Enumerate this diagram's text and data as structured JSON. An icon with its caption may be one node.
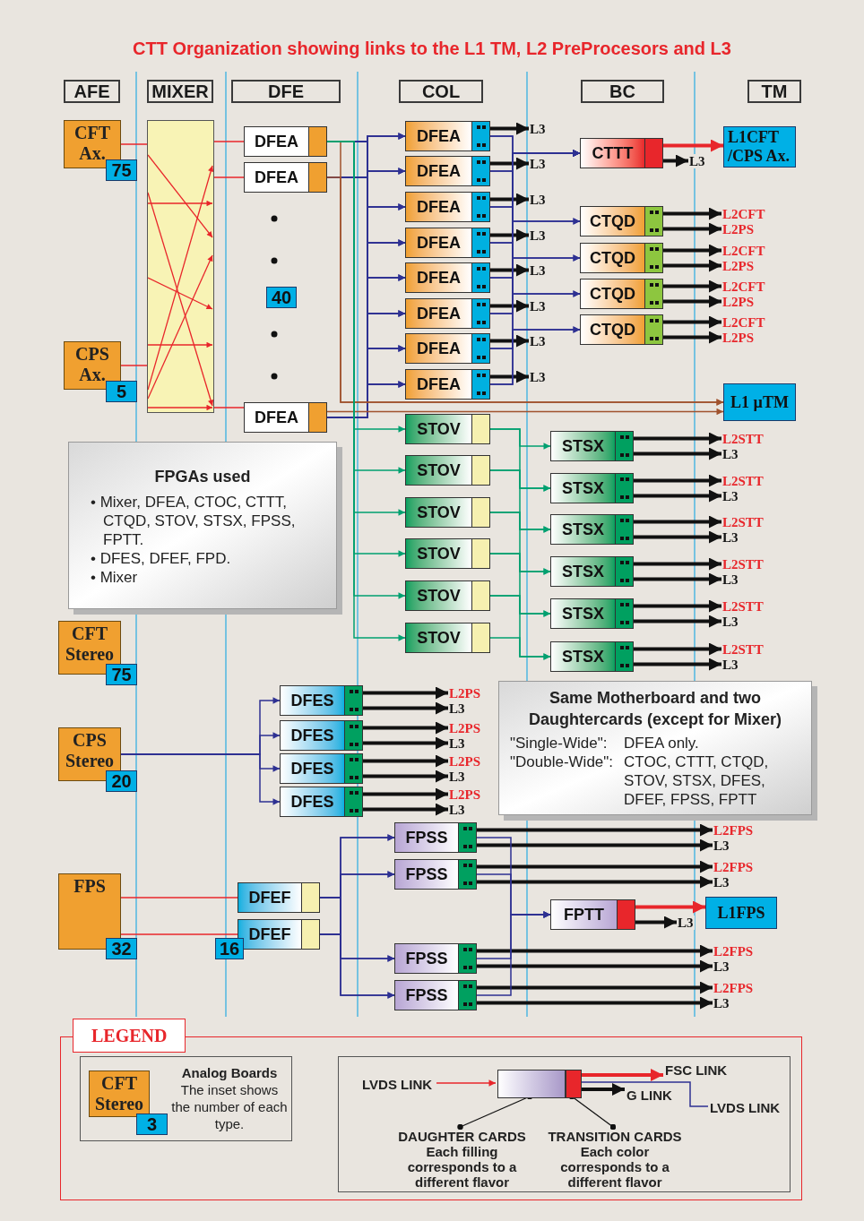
{
  "diagram": {
    "title": "CTT Organization showing links to the L1 TM, L2 PreProcesors and L3",
    "nodes": [
      {
        "text": [
          "AFE"
        ]
      },
      {
        "text": [
          "MIXER"
        ]
      },
      {
        "text": [
          "DFE"
        ]
      },
      {
        "text": [
          "COL"
        ]
      },
      {
        "text": [
          "BC"
        ]
      },
      {
        "text": [
          "TM"
        ]
      },
      {
        "text": [
          "CFT Ax."
        ]
      },
      {
        "text": [],
        "shape": "box"
      },
      {
        "text": [
          "DFEA"
        ]
      },
      {
        "text": [
          "DFEA"
        ]
      },
      {
        "text": [
          "40"
        ]
      },
      {
        "text": [
          "CPS Ax."
        ]
      },
      {
        "text": [
          "DFEA"
        ]
      },
      {
        "text": [
          "DFEA"
        ]
      },
      {
        "text": [
          "DFEA"
        ]
      },
      {
        "text": [
          "DFEA"
        ]
      },
      {
        "text": [
          "DFEA"
        ]
      },
      {
        "text": [
          "DFEA"
        ]
      },
      {
        "text": [
          "DFEA"
        ]
      },
      {
        "text": [
          "DFEA"
        ]
      },
      {
        "text": [
          "DFEA"
        ]
      },
      {
        "text": [
          "CTTT"
        ]
      },
      {
        "text": [
          "CTQD"
        ]
      },
      {
        "text": [
          "CTQD"
        ]
      },
      {
        "text": [
          "CTQD"
        ]
      },
      {
        "text": [
          "CTQD"
        ]
      },
      {
        "text": [
          "L1CFT /CPS Ax."
        ]
      },
      {
        "text": [
          "L1 µTM"
        ]
      },
      {
        "text": [
          "STOV"
        ]
      },
      {
        "text": [
          "STOV"
        ]
      },
      {
        "text": [
          "STOV"
        ]
      },
      {
        "text": [
          "STOV"
        ]
      },
      {
        "text": [
          "STOV"
        ]
      },
      {
        "text": [
          "STOV"
        ]
      },
      {
        "text": [
          "STSX"
        ]
      },
      {
        "text": [
          "STSX"
        ]
      },
      {
        "text": [
          "STSX"
        ]
      },
      {
        "text": [
          "STSX"
        ]
      },
      {
        "text": [
          "STSX"
        ]
      },
      {
        "text": [
          "STSX"
        ]
      },
      {
        "text": [
          "FPGAs used",
          "• Mixer, DFEA, CTOC, CTTT, CTQD, STOV, STSX, FPSS, FPTT.",
          "• DFES, DFEF, FPD.",
          "• Mixer"
        ]
      },
      {
        "text": [
          "CFT Stereo"
        ]
      },
      {
        "text": [
          "CPS Stereo"
        ]
      },
      {
        "text": [
          "DFES"
        ]
      },
      {
        "text": [
          "DFES"
        ]
      },
      {
        "text": [
          "DFES"
        ]
      },
      {
        "text": [
          "DFES"
        ]
      },
      {
        "text": [
          "Same Motherboard and two Daughtercards (except for Mixer)",
          "\"Single-Wide\":",
          "DFEA only.",
          "\"Double-Wide\":",
          "CTOC, CTTT, CTQD, STOV, STSX, DFES, DFEF, FPSS, FPTT"
        ]
      },
      {
        "text": [
          "FPSS"
        ]
      },
      {
        "text": [
          "FPSS"
        ]
      },
      {
        "text": [
          "FPSS"
        ]
      },
      {
        "text": [
          "FPSS"
        ]
      },
      {
        "text": [
          "FPS"
        ]
      },
      {
        "text": [
          "DFEF"
        ]
      },
      {
        "text": [
          "DFEF"
        ]
      },
      {
        "text": [
          "FPTT"
        ]
      },
      {
        "text": [
          "L1FPS"
        ]
      },
      {
        "text": [
          "LEGEND"
        ]
      },
      {
        "text": [
          "Analog Boards",
          "The inset shows the number of each type."
        ],
        "in": 57
      },
      {
        "text": [
          "CFT Stereo"
        ],
        "in": 58
      },
      {
        "text": [],
        "shape": "box",
        "in": 57
      },
      {
        "text": [],
        "shape": "box",
        "in": 60
      },
      {
        "text": [],
        "shape": "box",
        "in": 60
      },
      {
        "text": [
          "LVDS LINK"
        ],
        "in": 60
      },
      {
        "text": [
          "FSC LINK"
        ],
        "in": 60
      },
      {
        "text": [
          "G LINK"
        ],
        "in": 60
      },
      {
        "text": [
          "LVDS LINK"
        ],
        "in": 60
      },
      {
        "text": [
          "DAUGHTER CARDS",
          "Each filling corresponds to a different flavor"
        ],
        "in": 60
      },
      {
        "text": [
          "TRANSITION CARDS",
          "Each color corresponds to a different flavor"
        ],
        "in": 60
      },
      {
        "text": [
          "75"
        ]
      },
      {
        "text": [
          "5"
        ]
      },
      {
        "text": [
          "75"
        ]
      },
      {
        "text": [
          "20"
        ]
      },
      {
        "text": [
          "32"
        ]
      },
      {
        "text": [
          "16"
        ]
      },
      {
        "text": [
          "3"
        ],
        "in": 58
      },
      {
        "text": [
          "L3"
        ]
      },
      {
        "text": [
          "L3"
        ]
      },
      {
        "text": [
          "L3"
        ]
      },
      {
        "text": [
          "L3"
        ]
      },
      {
        "text": [
          "L3"
        ]
      },
      {
        "text": [
          "L3"
        ]
      },
      {
        "text": [
          "L3"
        ]
      },
      {
        "text": [
          "L3"
        ]
      },
      {
        "text": [
          "L3"
        ]
      },
      {
        "text": [
          "L2CFT"
        ]
      },
      {
        "text": [
          "L2PS"
        ]
      },
      {
        "text": [
          "L2CFT"
        ]
      },
      {
        "text": [
          "L2PS"
        ]
      },
      {
        "text": [
          "L2CFT"
        ]
      },
      {
        "text": [
          "L2PS"
        ]
      },
      {
        "text": [
          "L2CFT"
        ]
      },
      {
        "text": [
          "L2PS"
        ]
      },
      {
        "text": [
          "L2STT"
        ]
      },
      {
        "text": [
          "L3"
        ]
      },
      {
        "text": [
          "L2STT"
        ]
      },
      {
        "text": [
          "L3"
        ]
      },
      {
        "text": [
          "L2STT"
        ]
      },
      {
        "text": [
          "L3"
        ]
      },
      {
        "text": [
          "L2STT"
        ]
      },
      {
        "text": [
          "L3"
        ]
      },
      {
        "text": [
          "L2STT"
        ]
      },
      {
        "text": [
          "L3"
        ]
      },
      {
        "text": [
          "L2STT"
        ]
      },
      {
        "text": [
          "L3"
        ]
      },
      {
        "text": [
          "L2PS"
        ]
      },
      {
        "text": [
          "L3"
        ]
      },
      {
        "text": [
          "L2PS"
        ]
      },
      {
        "text": [
          "L3"
        ]
      },
      {
        "text": [
          "L2PS"
        ]
      },
      {
        "text": [
          "L3"
        ]
      },
      {
        "text": [
          "L2PS"
        ]
      },
      {
        "text": [
          "L3"
        ]
      },
      {
        "text": [
          "L2FPS"
        ]
      },
      {
        "text": [
          "L3"
        ]
      },
      {
        "text": [
          "L2FPS"
        ]
      },
      {
        "text": [
          "L3"
        ]
      },
      {
        "text": [
          "L2FPS"
        ]
      },
      {
        "text": [
          "L3"
        ]
      },
      {
        "text": [
          "L2FPS"
        ]
      },
      {
        "text": [
          "L3"
        ]
      },
      {
        "text": [
          "L3"
        ]
      }
    ],
    "edges": [
      {
        "from": 6,
        "to": 7,
        "arrow": "none",
        "color": "#e8262b"
      },
      {
        "from": 11,
        "to": 7,
        "arrow": "none",
        "color": "#e8262b"
      },
      {
        "from": 7,
        "to": 8,
        "arrow": "none",
        "color": "#e8262b"
      },
      {
        "from": 7,
        "to": 9,
        "arrow": "none",
        "color": "#e8262b"
      },
      {
        "from": 7,
        "to": 12,
        "arrow": "none",
        "color": "#e8262b"
      },
      {
        "from": 8,
        "to": 13,
        "arrow": "to",
        "color": "#2e3192"
      },
      {
        "from": 8,
        "to": 14,
        "arrow": "to",
        "color": "#2e3192"
      },
      {
        "from": 8,
        "to": 15,
        "arrow": "to",
        "color": "#2e3192"
      },
      {
        "from": 8,
        "to": 16,
        "arrow": "to",
        "color": "#2e3192"
      },
      {
        "from": 8,
        "to": 17,
        "arrow": "to",
        "color": "#2e3192"
      },
      {
        "from": 8,
        "to": 18,
        "arrow": "to",
        "color": "#2e3192"
      },
      {
        "from": 8,
        "to": 19,
        "arrow": "to",
        "color": "#2e3192"
      },
      {
        "from": 8,
        "to": 20,
        "arrow": "to",
        "color": "#2e3192"
      },
      {
        "from": 9,
        "to": 13,
        "arrow": "to",
        "color": "#2e3192"
      },
      {
        "from": 9,
        "to": 14,
        "arrow": "to",
        "color": "#2e3192"
      },
      {
        "from": 9,
        "to": 15,
        "arrow": "to",
        "color": "#2e3192"
      },
      {
        "from": 9,
        "to": 16,
        "arrow": "to",
        "color": "#2e3192"
      },
      {
        "from": 9,
        "to": 17,
        "arrow": "to",
        "color": "#2e3192"
      },
      {
        "from": 9,
        "to": 18,
        "arrow": "to",
        "color": "#2e3192"
      },
      {
        "from": 9,
        "to": 19,
        "arrow": "to",
        "color": "#2e3192"
      },
      {
        "from": 9,
        "to": 20,
        "arrow": "to",
        "color": "#2e3192"
      },
      {
        "from": 12,
        "to": 13,
        "arrow": "to",
        "color": "#2e3192"
      },
      {
        "from": 12,
        "to": 14,
        "arrow": "to",
        "color": "#2e3192"
      },
      {
        "from": 12,
        "to": 15,
        "arrow": "to",
        "color": "#2e3192"
      },
      {
        "from": 12,
        "to": 16,
        "arrow": "to",
        "color": "#2e3192"
      },
      {
        "from": 12,
        "to": 17,
        "arrow": "to",
        "color": "#2e3192"
      },
      {
        "from": 12,
        "to": 18,
        "arrow": "to",
        "color": "#2e3192"
      },
      {
        "from": 12,
        "to": 19,
        "arrow": "to",
        "color": "#2e3192"
      },
      {
        "from": 12,
        "to": 20,
        "arrow": "to",
        "color": "#2e3192"
      },
      {
        "from": 8,
        "to": 27,
        "arrow": "to",
        "color": "#a0522d"
      },
      {
        "from": 9,
        "to": 27,
        "arrow": "to",
        "color": "#a0522d"
      },
      {
        "from": 12,
        "to": 27,
        "arrow": "to",
        "color": "#a0522d"
      },
      {
        "from": 8,
        "to": 28,
        "arrow": "to",
        "color": "#00a070"
      },
      {
        "from": 8,
        "to": 29,
        "arrow": "to",
        "color": "#00a070"
      },
      {
        "from": 8,
        "to": 30,
        "arrow": "to",
        "color": "#00a070"
      },
      {
        "from": 8,
        "to": 31,
        "arrow": "to",
        "color": "#00a070"
      },
      {
        "from": 8,
        "to": 32,
        "arrow": "to",
        "color": "#00a070"
      },
      {
        "from": 8,
        "to": 33,
        "arrow": "to",
        "color": "#00a070"
      },
      {
        "from": 13,
        "to": 76,
        "arrow": "to",
        "style": "thick",
        "color": "#111111"
      },
      {
        "from": 14,
        "to": 77,
        "arrow": "to",
        "style": "thick",
        "color": "#111111"
      },
      {
        "from": 15,
        "to": 78,
        "arrow": "to",
        "style": "thick",
        "color": "#111111"
      },
      {
        "from": 16,
        "to": 79,
        "arrow": "to",
        "style": "thick",
        "color": "#111111"
      },
      {
        "from": 17,
        "to": 80,
        "arrow": "to",
        "style": "thick",
        "color": "#111111"
      },
      {
        "from": 18,
        "to": 81,
        "arrow": "to",
        "style": "thick",
        "color": "#111111"
      },
      {
        "from": 19,
        "to": 82,
        "arrow": "to",
        "style": "thick",
        "color": "#111111"
      },
      {
        "from": 20,
        "to": 83,
        "arrow": "to",
        "style": "thick",
        "color": "#111111"
      },
      {
        "from": 13,
        "to": 21,
        "arrow": "to",
        "color": "#2e3192"
      },
      {
        "from": 14,
        "to": 21,
        "arrow": "to",
        "color": "#2e3192"
      },
      {
        "from": 15,
        "to": 21,
        "arrow": "to",
        "color": "#2e3192"
      },
      {
        "from": 16,
        "to": 21,
        "arrow": "to",
        "color": "#2e3192"
      },
      {
        "from": 17,
        "to": 21,
        "arrow": "to",
        "color": "#2e3192"
      },
      {
        "from": 18,
        "to": 21,
        "arrow": "to",
        "color": "#2e3192"
      },
      {
        "from": 19,
        "to": 21,
        "arrow": "to",
        "color": "#2e3192"
      },
      {
        "from": 20,
        "to": 21,
        "arrow": "to",
        "color": "#2e3192"
      },
      {
        "from": 13,
        "to": 22,
        "arrow": "to",
        "color": "#2e3192"
      },
      {
        "from": 14,
        "to": 22,
        "arrow": "to",
        "color": "#2e3192"
      },
      {
        "from": 15,
        "to": 23,
        "arrow": "to",
        "color": "#2e3192"
      },
      {
        "from": 16,
        "to": 23,
        "arrow": "to",
        "color": "#2e3192"
      },
      {
        "from": 17,
        "to": 24,
        "arrow": "to",
        "color": "#2e3192"
      },
      {
        "from": 18,
        "to": 24,
        "arrow": "to",
        "color": "#2e3192"
      },
      {
        "from": 19,
        "to": 25,
        "arrow": "to",
        "color": "#2e3192"
      },
      {
        "from": 20,
        "to": 25,
        "arrow": "to",
        "color": "#2e3192"
      },
      {
        "from": 21,
        "to": 26,
        "arrow": "to",
        "style": "thick",
        "color": "#e8262b"
      },
      {
        "from": 21,
        "to": 84,
        "arrow": "to",
        "style": "thick",
        "color": "#111111"
      },
      {
        "from": 22,
        "to": 85,
        "arrow": "to",
        "style": "thick",
        "color": "#111111"
      },
      {
        "from": 22,
        "to": 86,
        "arrow": "to",
        "style": "thick",
        "color": "#111111"
      },
      {
        "from": 23,
        "to": 87,
        "arrow": "to",
        "style": "thick",
        "color": "#111111"
      },
      {
        "from": 23,
        "to": 88,
        "arrow": "to",
        "style": "thick",
        "color": "#111111"
      },
      {
        "from": 24,
        "to": 89,
        "arrow": "to",
        "style": "thick",
        "color": "#111111"
      },
      {
        "from": 24,
        "to": 90,
        "arrow": "to",
        "style": "thick",
        "color": "#111111"
      },
      {
        "from": 25,
        "to": 91,
        "arrow": "to",
        "style": "thick",
        "color": "#111111"
      },
      {
        "from": 25,
        "to": 92,
        "arrow": "to",
        "style": "thick",
        "color": "#111111"
      },
      {
        "from": 28,
        "to": 34,
        "arrow": "to",
        "color": "#00a070"
      },
      {
        "from": 28,
        "to": 35,
        "arrow": "to",
        "color": "#00a070"
      },
      {
        "from": 29,
        "to": 35,
        "arrow": "to",
        "color": "#00a070"
      },
      {
        "from": 29,
        "to": 36,
        "arrow": "to",
        "color": "#00a070"
      },
      {
        "from": 30,
        "to": 36,
        "arrow": "to",
        "color": "#00a070"
      },
      {
        "from": 30,
        "to": 37,
        "arrow": "to",
        "color": "#00a070"
      },
      {
        "from": 31,
        "to": 37,
        "arrow": "to",
        "color": "#00a070"
      },
      {
        "from": 31,
        "to": 38,
        "arrow": "to",
        "color": "#00a070"
      },
      {
        "from": 32,
        "to": 38,
        "arrow": "to",
        "color": "#00a070"
      },
      {
        "from": 32,
        "to": 39,
        "arrow": "to",
        "color": "#00a070"
      },
      {
        "from": 33,
        "to": 39,
        "arrow": "to",
        "color": "#00a070"
      },
      {
        "from": 34,
        "to": 93,
        "arrow": "to",
        "style": "thick",
        "color": "#111111"
      },
      {
        "from": 34,
        "to": 94,
        "arrow": "to",
        "style": "thick",
        "color": "#111111"
      },
      {
        "from": 35,
        "to": 95,
        "arrow": "to",
        "style": "thick",
        "color": "#111111"
      },
      {
        "from": 35,
        "to": 96,
        "arrow": "to",
        "style": "thick",
        "color": "#111111"
      },
      {
        "from": 36,
        "to": 97,
        "arrow": "to",
        "style": "thick",
        "color": "#111111"
      },
      {
        "from": 36,
        "to": 98,
        "arrow": "to",
        "style": "thick",
        "color": "#111111"
      },
      {
        "from": 37,
        "to": 99,
        "arrow": "to",
        "style": "thick",
        "color": "#111111"
      },
      {
        "from": 37,
        "to": 100,
        "arrow": "to",
        "style": "thick",
        "color": "#111111"
      },
      {
        "from": 38,
        "to": 101,
        "arrow": "to",
        "style": "thick",
        "color": "#111111"
      },
      {
        "from": 38,
        "to": 102,
        "arrow": "to",
        "style": "thick",
        "color": "#111111"
      },
      {
        "from": 39,
        "to": 103,
        "arrow": "to",
        "style": "thick",
        "color": "#111111"
      },
      {
        "from": 39,
        "to": 104,
        "arrow": "to",
        "style": "thick",
        "color": "#111111"
      },
      {
        "from": 42,
        "to": 43,
        "arrow": "to",
        "color": "#2e3192"
      },
      {
        "from": 42,
        "to": 44,
        "arrow": "to",
        "color": "#2e3192"
      },
      {
        "from": 42,
        "to": 45,
        "arrow": "to",
        "color": "#2e3192"
      },
      {
        "from": 42,
        "to": 46,
        "arrow": "to",
        "color": "#2e3192"
      },
      {
        "from": 43,
        "to": 105,
        "arrow": "to",
        "style": "thick",
        "color": "#111111"
      },
      {
        "from": 43,
        "to": 106,
        "arrow": "to",
        "style": "thick",
        "color": "#111111"
      },
      {
        "from": 44,
        "to": 107,
        "arrow": "to",
        "style": "thick",
        "color": "#111111"
      },
      {
        "from": 44,
        "to": 108,
        "arrow": "to",
        "style": "thick",
        "color": "#111111"
      },
      {
        "from": 45,
        "to": 109,
        "arrow": "to",
        "style": "thick",
        "color": "#111111"
      },
      {
        "from": 45,
        "to": 110,
        "arrow": "to",
        "style": "thick",
        "color": "#111111"
      },
      {
        "from": 46,
        "to": 111,
        "arrow": "to",
        "style": "thick",
        "color": "#111111"
      },
      {
        "from": 46,
        "to": 112,
        "arrow": "to",
        "style": "thick",
        "color": "#111111"
      },
      {
        "from": 52,
        "to": 53,
        "arrow": "none",
        "color": "#e8262b"
      },
      {
        "from": 52,
        "to": 54,
        "arrow": "none",
        "color": "#e8262b"
      },
      {
        "from": 53,
        "to": 48,
        "arrow": "to",
        "color": "#2e3192"
      },
      {
        "from": 53,
        "to": 49,
        "arrow": "to",
        "color": "#2e3192"
      },
      {
        "from": 53,
        "to": 50,
        "arrow": "to",
        "color": "#2e3192"
      },
      {
        "from": 53,
        "to": 51,
        "arrow": "to",
        "color": "#2e3192"
      },
      {
        "from": 54,
        "to": 48,
        "arrow": "to",
        "color": "#2e3192"
      },
      {
        "from": 54,
        "to": 49,
        "arrow": "to",
        "color": "#2e3192"
      },
      {
        "from": 54,
        "to": 50,
        "arrow": "to",
        "color": "#2e3192"
      },
      {
        "from": 54,
        "to": 51,
        "arrow": "to",
        "color": "#2e3192"
      },
      {
        "from": 48,
        "to": 113,
        "arrow": "to",
        "style": "thick",
        "color": "#111111"
      },
      {
        "from": 48,
        "to": 114,
        "arrow": "to",
        "style": "thick",
        "color": "#111111"
      },
      {
        "from": 49,
        "to": 115,
        "arrow": "to",
        "style": "thick",
        "color": "#111111"
      },
      {
        "from": 49,
        "to": 116,
        "arrow": "to",
        "style": "thick",
        "color": "#111111"
      },
      {
        "from": 50,
        "to": 117,
        "arrow": "to",
        "style": "thick",
        "color": "#111111"
      },
      {
        "from": 50,
        "to": 118,
        "arrow": "to",
        "style": "thick",
        "color": "#111111"
      },
      {
        "from": 51,
        "to": 119,
        "arrow": "to",
        "style": "thick",
        "color": "#111111"
      },
      {
        "from": 51,
        "to": 120,
        "arrow": "to",
        "style": "thick",
        "color": "#111111"
      },
      {
        "from": 48,
        "to": 55,
        "arrow": "to",
        "color": "#2e3192"
      },
      {
        "from": 49,
        "to": 55,
        "arrow": "to",
        "color": "#2e3192"
      },
      {
        "from": 50,
        "to": 55,
        "arrow": "to",
        "color": "#2e3192"
      },
      {
        "from": 51,
        "to": 55,
        "arrow": "to",
        "color": "#2e3192"
      },
      {
        "from": 55,
        "to": 56,
        "arrow": "to",
        "style": "thick",
        "color": "#e8262b"
      },
      {
        "from": 55,
        "to": 121,
        "arrow": "to",
        "style": "thick",
        "color": "#111111"
      },
      {
        "from": 63,
        "to": 61,
        "arrow": "to",
        "color": "#e8262b"
      },
      {
        "from": 62,
        "to": 64,
        "arrow": "to",
        "style": "thick",
        "color": "#e8262b"
      },
      {
        "from": 62,
        "to": 65,
        "arrow": "to",
        "style": "thick",
        "color": "#111111"
      },
      {
        "from": 62,
        "to": 66,
        "arrow": "none",
        "color": "#2e3192"
      },
      {
        "from": 67,
        "to": 61,
        "arrow": "other",
        "color": "#111111"
      },
      {
        "from": 68,
        "to": 62,
        "arrow": "other",
        "color": "#111111"
      }
    ]
  }
}
